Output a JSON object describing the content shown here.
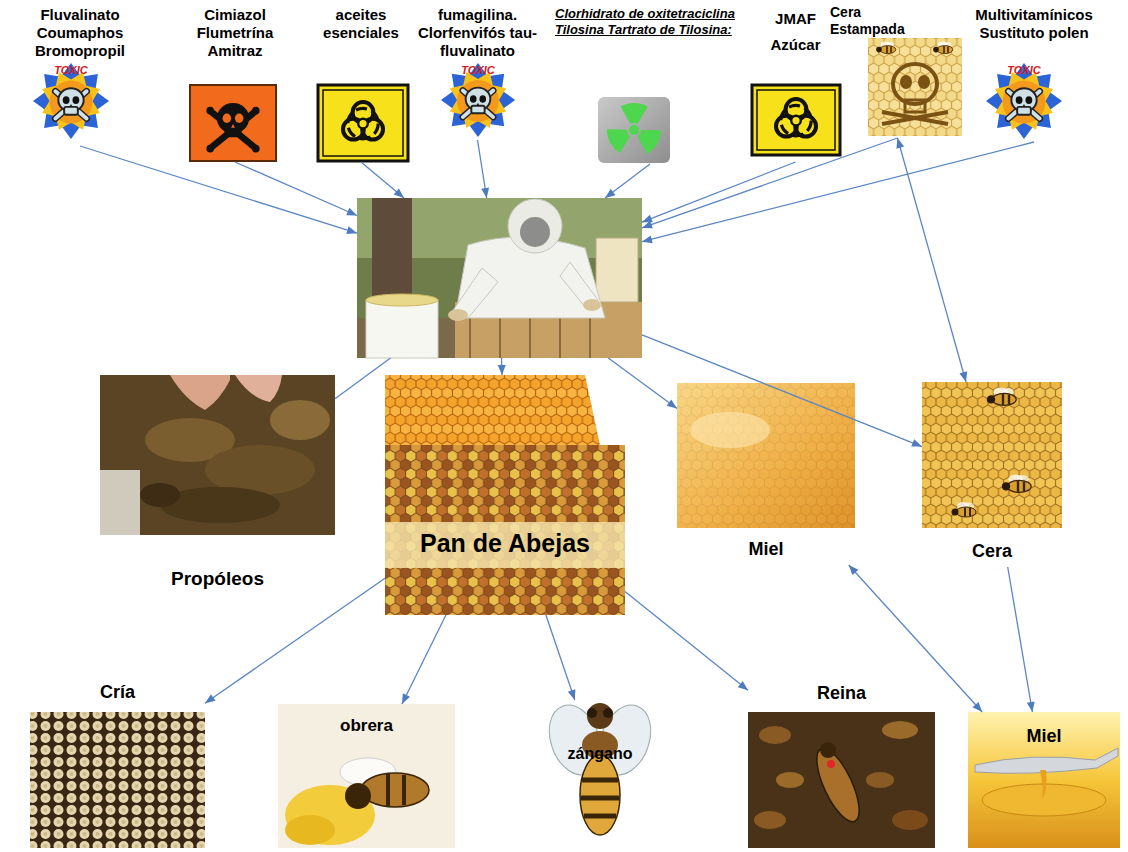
{
  "diagram": {
    "nodes": [
      {
        "text": [
          "Fluvalinato Coumaphos Bromopropil"
        ]
      },
      {
        "text": [
          "Cimiazol Flumetrína Amitraz"
        ]
      },
      {
        "text": [
          "aceites esenciales"
        ]
      },
      {
        "text": [
          "fumagilina. Clorfenvifós tau-fluvalinato"
        ]
      },
      {
        "text": [
          "Clorhidrato de oxitetraciclina Tilosina Tartrato de Tilosina:"
        ]
      },
      {
        "text": [
          "JMAF Azúcar"
        ]
      },
      {
        "text": [
          "Cera Estampada"
        ]
      },
      {
        "text": [
          "Multivitamínicos Sustituto polen"
        ]
      },
      {
        "text": []
      },
      {
        "text": [
          "Propóleos"
        ]
      },
      {
        "text": [
          "Pan de Abejas"
        ]
      },
      {
        "text": [
          "Miel"
        ]
      },
      {
        "text": [
          "Cera"
        ]
      },
      {
        "text": [
          "Cría"
        ]
      },
      {
        "text": [
          "obrera"
        ]
      },
      {
        "text": [
          "zángano"
        ]
      },
      {
        "text": [
          "Reina"
        ]
      },
      {
        "text": [
          "Miel"
        ]
      }
    ],
    "edges": [
      {
        "from": 0,
        "to": 8,
        "arrow": "to"
      },
      {
        "from": 1,
        "to": 8,
        "arrow": "to"
      },
      {
        "from": 2,
        "to": 8,
        "arrow": "to"
      },
      {
        "from": 3,
        "to": 8,
        "arrow": "to"
      },
      {
        "from": 4,
        "to": 8,
        "arrow": "to"
      },
      {
        "from": 5,
        "to": 8,
        "arrow": "to"
      },
      {
        "from": 6,
        "to": 8,
        "arrow": "to"
      },
      {
        "from": 7,
        "to": 8,
        "arrow": "to"
      },
      {
        "from": 8,
        "to": 9,
        "arrow": "none"
      },
      {
        "from": 8,
        "to": 10,
        "arrow": "to"
      },
      {
        "from": 8,
        "to": 11,
        "arrow": "to"
      },
      {
        "from": 8,
        "to": 12,
        "arrow": "to"
      },
      {
        "from": 6,
        "to": 12,
        "arrow": "both"
      },
      {
        "from": 10,
        "to": 13,
        "arrow": "to"
      },
      {
        "from": 10,
        "to": 14,
        "arrow": "to"
      },
      {
        "from": 10,
        "to": 15,
        "arrow": "to"
      },
      {
        "from": 10,
        "to": 16,
        "arrow": "to"
      },
      {
        "from": 11,
        "to": 17,
        "arrow": "both"
      },
      {
        "from": 12,
        "to": 17,
        "arrow": "to"
      }
    ],
    "labels": [
      "TOXIC",
      "TOXIC",
      "TOXIC"
    ]
  }
}
